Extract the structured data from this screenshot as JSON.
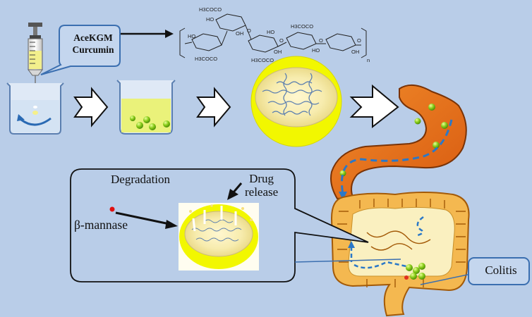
{
  "callout": {
    "line1": "AceKGM",
    "line2": "Curcumin"
  },
  "chem_labels": {
    "acetyl_top": "H3COCO",
    "acetyl_right": "H3COCO",
    "acetyl_bottom_left": "H3COCO",
    "acetyl_bottom_mid": "H3COCO",
    "ho": "HO",
    "oh": "OH",
    "o": "O",
    "repeat": "n"
  },
  "labels": {
    "degradation": "Degradation",
    "drug_release_1": "Drug",
    "drug_release_2": "release",
    "mannase": "β-mannase",
    "colitis": "Colitis"
  },
  "colors": {
    "background": "#b9cde8",
    "stomach": "#e86f1a",
    "intestine": "#f3b74a",
    "particle": "#7fcc1a",
    "capsule": "#f2f700",
    "beaker_liquid": "#e9f26a",
    "callout_border": "#3b6fb0",
    "flow_arrow": "#2a78c8"
  }
}
